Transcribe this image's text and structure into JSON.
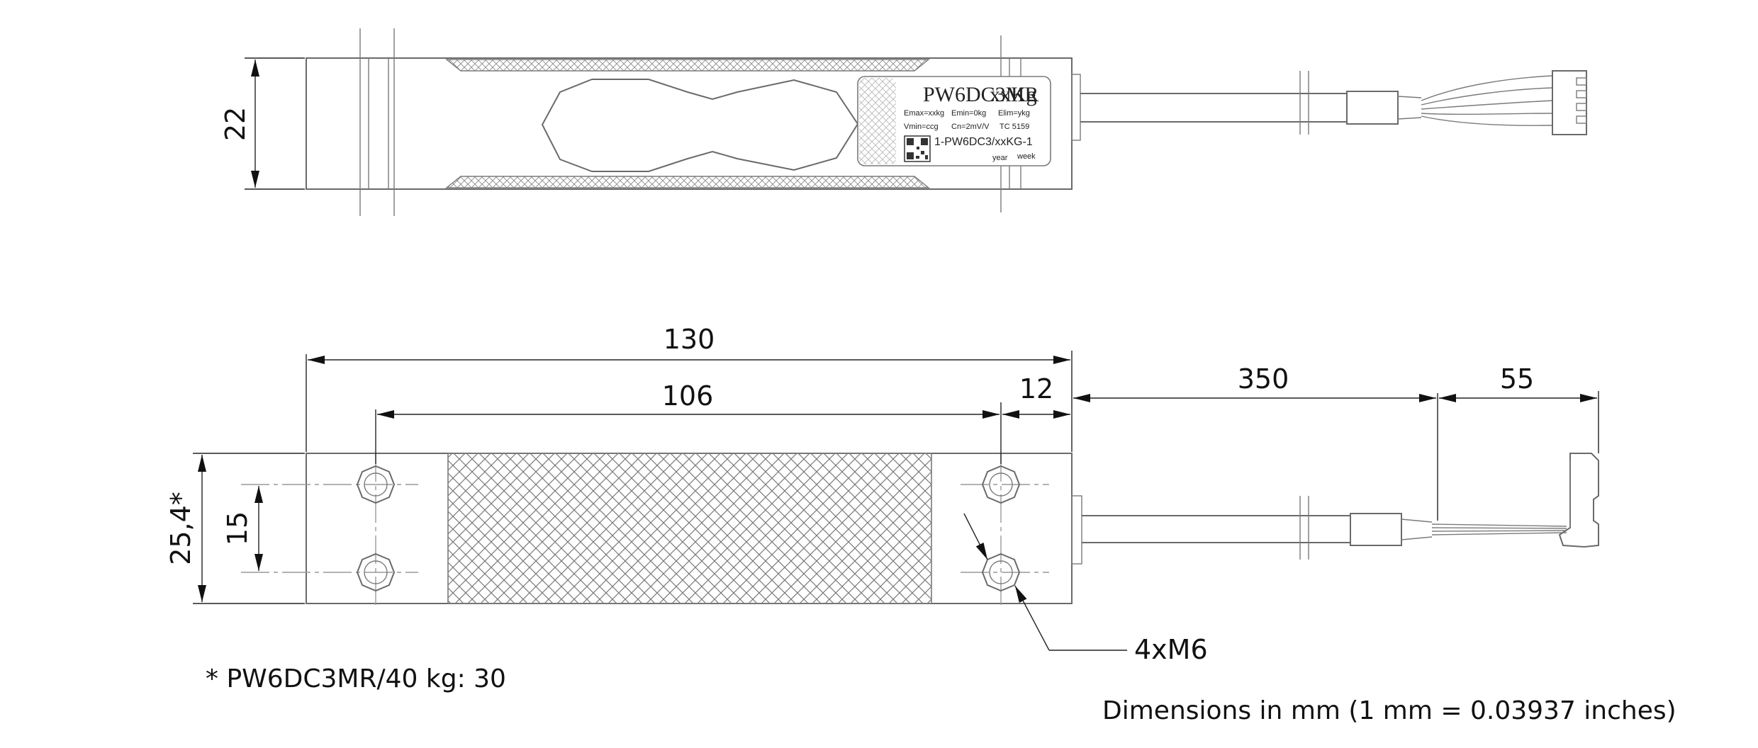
{
  "label": {
    "model": "PW6DC3MR",
    "capacity": "xxKg",
    "emax": "Emax=xxkg",
    "emin": "Emin=0kg",
    "elim": "Elim=ykg",
    "vmin": "Vmin=ccg",
    "cn": "Cn=2mV/V",
    "tc": "TC 5159",
    "serial": "1-PW6DC3/xxKG-1",
    "year": "year",
    "week": "week"
  },
  "dimensions": {
    "height_top": "22",
    "total_length": "130",
    "hole_spacing": "106",
    "end_offset": "12",
    "cable_length": "350",
    "wire_length": "55",
    "width": "25,4*",
    "hole_width": "15",
    "thread": "4xM6"
  },
  "notes": {
    "footnote": "* PW6DC3MR/40 kg: 30",
    "units": "Dimensions in mm (1 mm = 0.03937 inches)"
  },
  "colors": {
    "outline": "#6a6a6a",
    "dimension": "#222222",
    "text": "#111111"
  }
}
